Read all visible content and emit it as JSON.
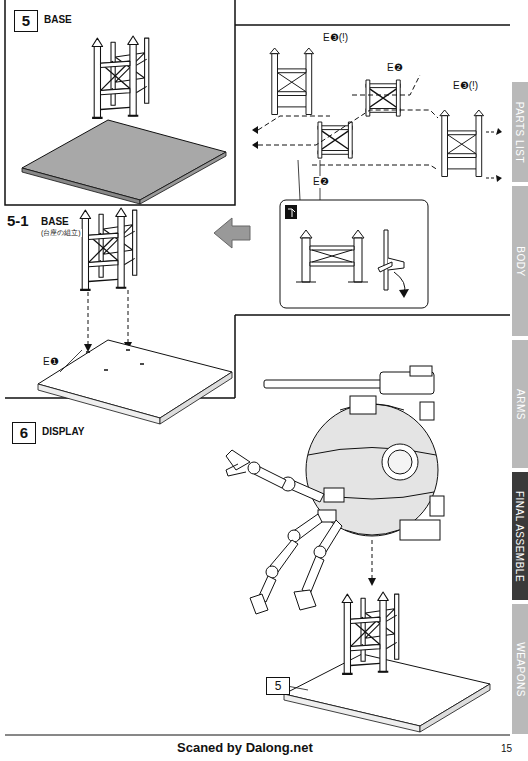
{
  "diagram": {
    "nodes": [
      {
        "text": [
          "5",
          "BASE"
        ]
      },
      {
        "text": [
          "6",
          "DISPLAY"
        ]
      },
      {
        "text": [
          "5"
        ]
      },
      {
        "text": [
          "PARTS LIST"
        ]
      },
      {
        "text": [
          "BODY"
        ]
      },
      {
        "text": [
          "ARMS"
        ]
      },
      {
        "text": [
          "FINAL ASSEMBLE"
        ]
      },
      {
        "text": [
          "WEAPONS"
        ]
      }
    ],
    "labels": [
      "5-1",
      "BASE",
      "(台座の組立)",
      "E❶",
      "E❸(!)",
      "E❷",
      "E❸(!)",
      "E❷",
      "Scaned by Dalong.net",
      "15"
    ]
  }
}
